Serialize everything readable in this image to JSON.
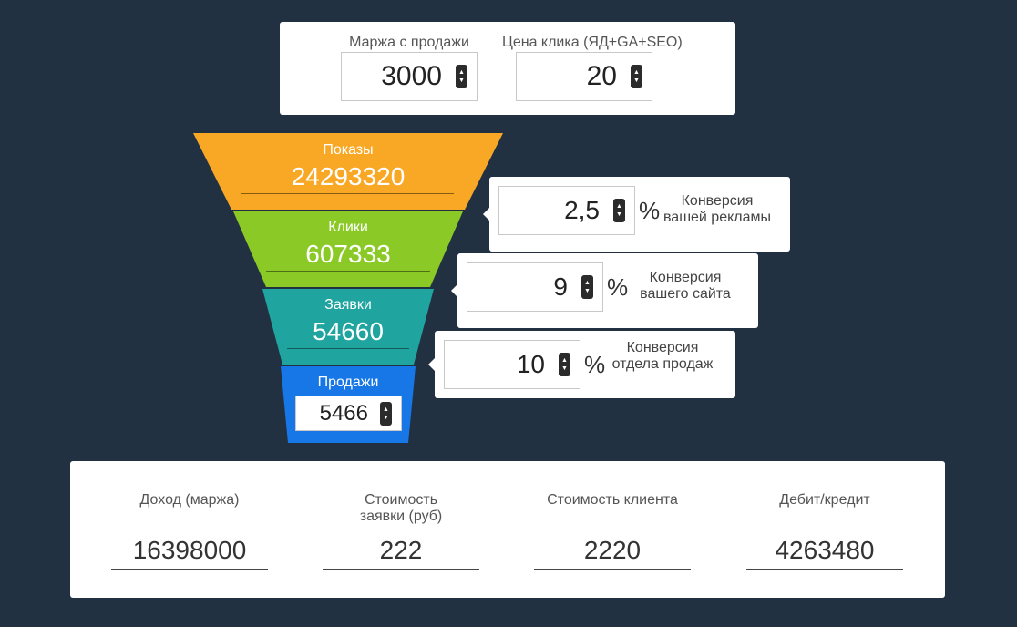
{
  "top": {
    "margin_label": "Маржа с продажи",
    "margin_value": "3000",
    "click_price_label": "Цена клика (ЯД+GA+SEO)",
    "click_price_value": "20"
  },
  "funnel": {
    "impressions": {
      "label": "Показы",
      "value": "24293320",
      "color": "#f9a825"
    },
    "clicks": {
      "label": "Клики",
      "value": "607333",
      "color": "#8ac926"
    },
    "leads": {
      "label": "Заявки",
      "value": "54660",
      "color": "#1fa4a0"
    },
    "sales": {
      "label": "Продажи",
      "value": "5466",
      "color": "#1877e6"
    }
  },
  "conversions": [
    {
      "value": "2,5",
      "unit": "%",
      "desc": "Конверсия вашей рекламы"
    },
    {
      "value": "9",
      "unit": "%",
      "desc": "Конверсия вашего сайта"
    },
    {
      "value": "10",
      "unit": "%",
      "desc": "Конверсия отдела продаж"
    }
  ],
  "metrics": [
    {
      "label": "Доход (маржа)",
      "value": "16398000"
    },
    {
      "label": "Стоимость заявки (руб)",
      "value": "222"
    },
    {
      "label": "Стоимость клиента",
      "value": "2220"
    },
    {
      "label": "Дебит/кредит",
      "value": "4263480"
    }
  ],
  "colors": {
    "background": "#223142"
  }
}
